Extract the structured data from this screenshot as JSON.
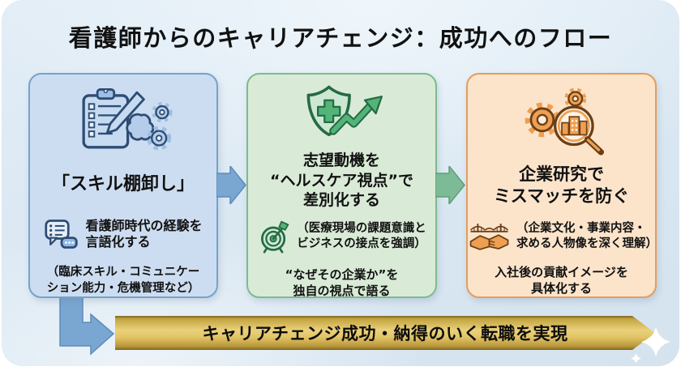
{
  "title": "看護師からのキャリアチェンジ：成功へのフロー",
  "steps": [
    {
      "icon": "clipboard-pencil-brain-gears-icon",
      "title": "「スキル棚卸し」",
      "point_icon": "speech-bubbles-checklist-icon",
      "point": "看護師時代の経験を\n言語化する",
      "note": "（臨床スキル・コミュニケー\nション能力・危機管理など）",
      "bg": "#cdddf1",
      "border": "#74a3cd"
    },
    {
      "icon": "medical-shield-growth-arrow-icon",
      "title": "志望動機を\n“ヘルスケア視点”で\n差別化する",
      "point_icon": "target-dart-icon",
      "point": "（医療現場の課題意識と\nビジネスの接点を強調）",
      "note": "“なぜその企業か”を\n独自の視点で語る",
      "bg": "#d9ebd7",
      "border": "#7cbb8e"
    },
    {
      "icon": "gears-magnifier-building-icon",
      "title": "企業研究で\nミスマッチを防ぐ",
      "point_icon": "handshake-bridge-icon",
      "point": "（企業文化・事業内容・\n求める人物像を深く理解）",
      "note": "入社後の貢献イメージを\n具体化する",
      "bg": "#fce4cb",
      "border": "#e39d5e"
    }
  ],
  "banner": {
    "label": "キャリアチェンジ成功・納得のいく転職を実現"
  },
  "colors": {
    "arrow_blue": "#7aa6d2",
    "arrow_blue_border": "#5d8cba",
    "arrow_green": "#7cbb95",
    "arrow_green_border": "#5fa07c",
    "banner_gold": "#e3c566",
    "background": "#d9e7f2"
  }
}
